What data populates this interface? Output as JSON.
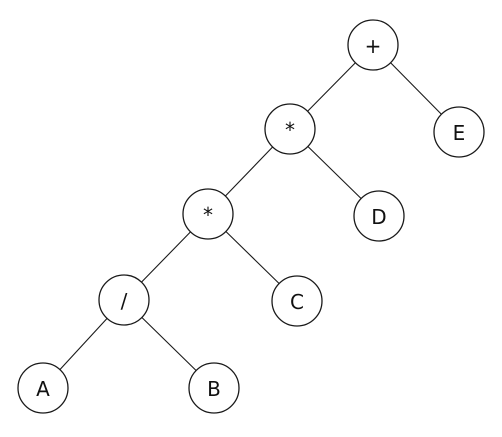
{
  "diagram": {
    "type": "binary-expression-tree",
    "nodes": [
      {
        "id": "plus",
        "label": "+"
      },
      {
        "id": "mul1",
        "label": "*"
      },
      {
        "id": "e",
        "label": "E"
      },
      {
        "id": "mul2",
        "label": "*"
      },
      {
        "id": "d",
        "label": "D"
      },
      {
        "id": "div",
        "label": "/"
      },
      {
        "id": "c",
        "label": "C"
      },
      {
        "id": "a",
        "label": "A"
      },
      {
        "id": "b",
        "label": "B"
      }
    ],
    "edges": [
      {
        "from": "plus",
        "to": "mul1"
      },
      {
        "from": "plus",
        "to": "e"
      },
      {
        "from": "mul1",
        "to": "mul2"
      },
      {
        "from": "mul1",
        "to": "d"
      },
      {
        "from": "mul2",
        "to": "div"
      },
      {
        "from": "mul2",
        "to": "c"
      },
      {
        "from": "div",
        "to": "a"
      },
      {
        "from": "div",
        "to": "b"
      }
    ]
  }
}
